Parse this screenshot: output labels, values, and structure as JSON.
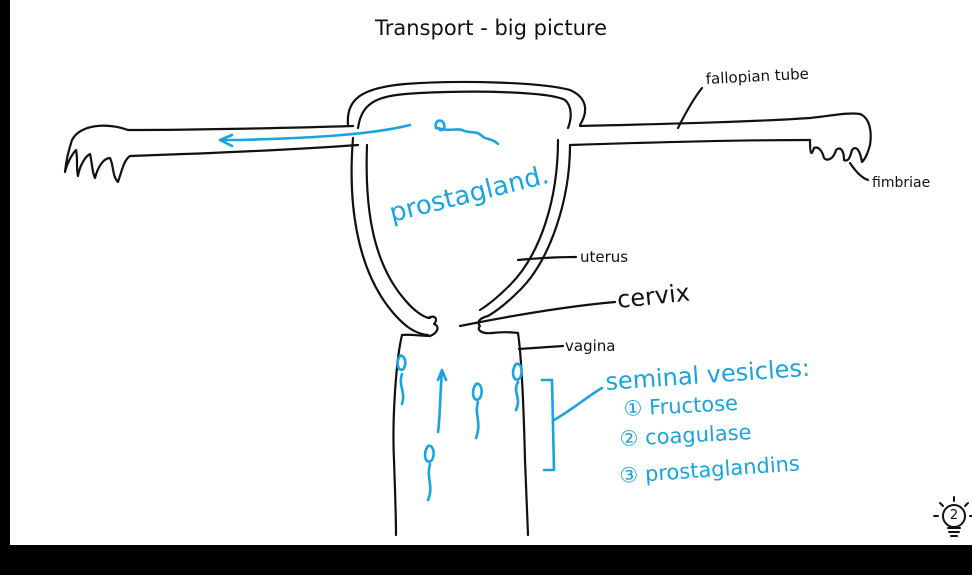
{
  "title": "Transport - big picture",
  "labels": {
    "fallopian_tube": "fallopian tube",
    "fimbriae": "fimbriae",
    "uterus": "uterus",
    "cervix": "cervix",
    "vagina": "vagina",
    "prostaglandin": "prostagland.",
    "seminal_title": "seminal vesicles:",
    "seminal_items": [
      "① Fructose",
      "② coagulase",
      "③ prostaglandins"
    ]
  },
  "hint_badge": {
    "count": "2"
  },
  "colors": {
    "ink": "#111111",
    "annotation": "#1aa3df",
    "background": "#ffffff",
    "frame": "#000000"
  }
}
